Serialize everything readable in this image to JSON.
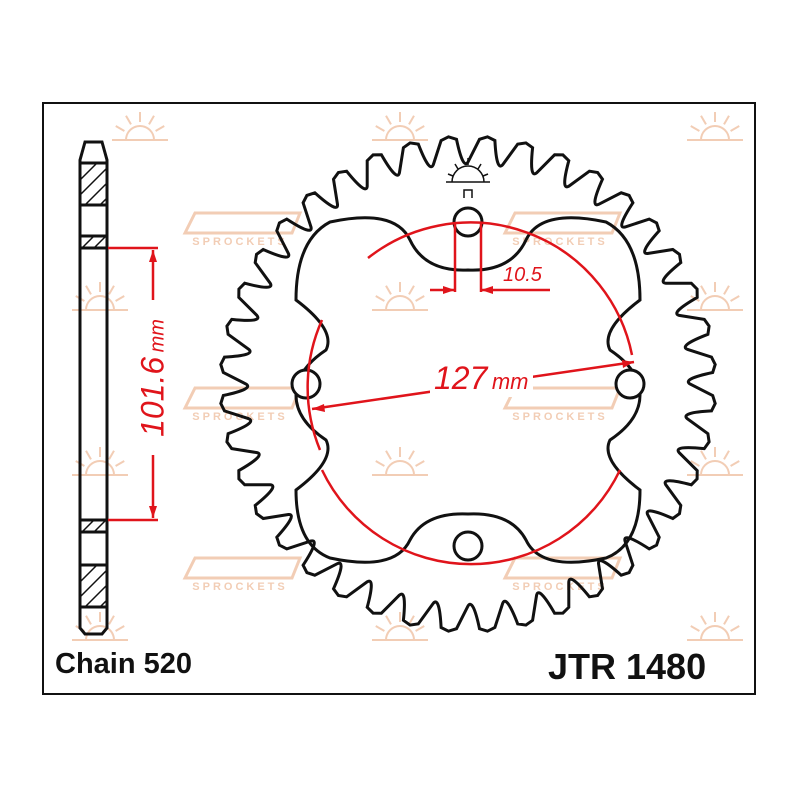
{
  "drawing": {
    "chain_label": "Chain 520",
    "part_number": "JTR 1480",
    "dim_hole": "10.5",
    "dim_pcd_value": "127",
    "dim_pcd_unit": "mm",
    "dim_bore": "101.6",
    "dim_bore_unit": "mm",
    "watermark_text": "SPROCKETS",
    "teeth": 40
  },
  "colors": {
    "outline": "#111111",
    "dimension": "#e0141b",
    "watermark": "#f2cdb5"
  }
}
